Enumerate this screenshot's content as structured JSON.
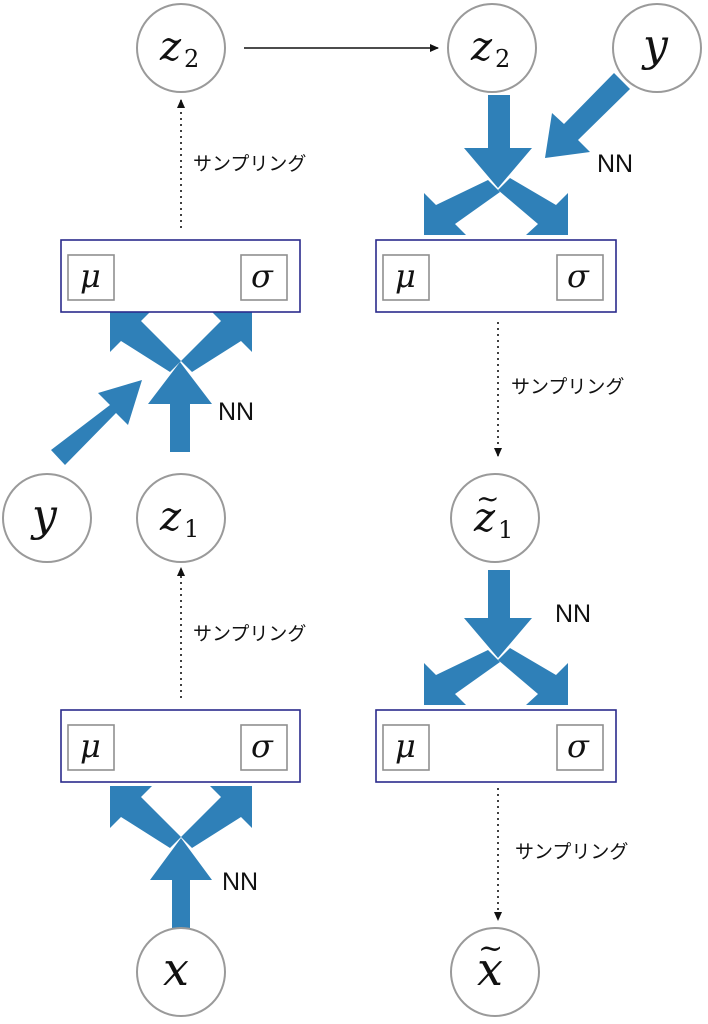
{
  "nodes": {
    "z2_top": {
      "var": "z",
      "sub": "2"
    },
    "z2_right": {
      "var": "z",
      "sub": "2"
    },
    "y_top": {
      "var": "y"
    },
    "y_left": {
      "var": "y"
    },
    "z1": {
      "var": "z",
      "sub": "1"
    },
    "z1_tilde": {
      "var": "z",
      "sub": "1",
      "tilde": "~"
    },
    "x": {
      "var": "x"
    },
    "x_tilde": {
      "var": "x",
      "tilde": "~"
    }
  },
  "param_boxes": {
    "mu": "μ",
    "sigma": "σ"
  },
  "labels": {
    "nn": "NN",
    "sampling": "サンプリング"
  },
  "colors": {
    "arrow_fill": "#2f80b8",
    "box_border": "#2b2b8c",
    "node_border": "#9a9a9a"
  }
}
